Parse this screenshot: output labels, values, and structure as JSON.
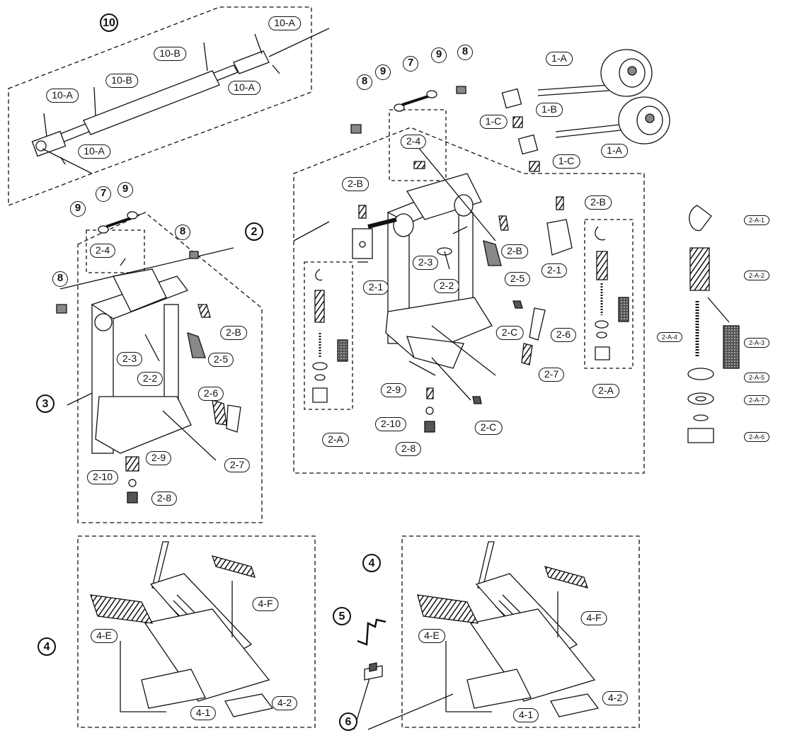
{
  "labels": {
    "10": "10",
    "10A": "10-A",
    "10B": "10-B",
    "9": "9",
    "8": "8",
    "7": "7",
    "3": "3",
    "2": "2",
    "4": "4",
    "5": "5",
    "6": "6",
    "1A": "1-A",
    "1B": "1-B",
    "1C": "1-C",
    "s2_1": "2-1",
    "s2_2": "2-2",
    "s2_3": "2-3",
    "s2_4": "2-4",
    "s2_5": "2-5",
    "s2_6": "2-6",
    "s2_7": "2-7",
    "s2_8": "2-8",
    "s2_9": "2-9",
    "s2_10": "2-10",
    "s2_A": "2-A",
    "s2_B": "2-B",
    "s2_C": "2-C",
    "s4_1": "4-1",
    "s4_2": "4-2",
    "s4_E": "4-E",
    "s4_F": "4-F",
    "s2A_1": "2-A-1",
    "s2A_2": "2-A-2",
    "s2A_3": "2-A-3",
    "s2A_4": "2-A-4",
    "s2A_5": "2-A-5",
    "s2A_6": "2-A-6",
    "s2A_7": "2-A-7"
  },
  "colors": {
    "line": "#111111",
    "paper": "#ffffff",
    "shade": "#777777"
  }
}
